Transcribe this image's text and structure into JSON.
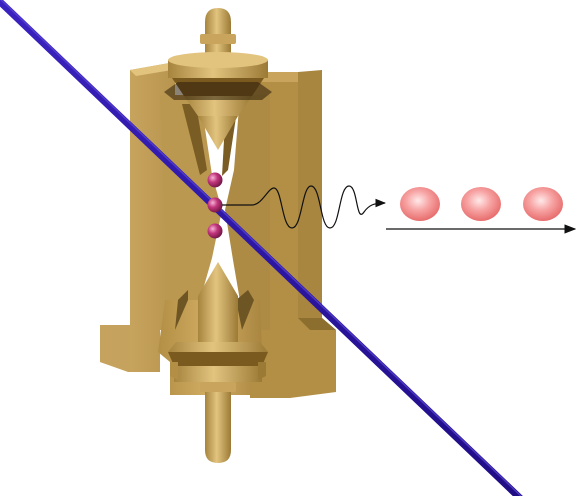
{
  "diagram": {
    "components": [
      "ion-trap-electrode-assembly",
      "laser-beam",
      "trapped-ions",
      "photon-wavepacket",
      "propagating-photons",
      "propagation-arrow"
    ],
    "trapped_ion_count": 3,
    "propagating_photon_count": 3,
    "colors": {
      "electrode": "#c9a45c",
      "electrode_dark": "#8f7133",
      "electrode_light": "#e4c886",
      "laser": "#2c13a8",
      "ion": "#c2357c",
      "photon": "#f27f7f",
      "wave": "#111111",
      "background": "#ffffff"
    },
    "icons": {
      "laser": "diagonal-beam-icon",
      "ion": "sphere-icon",
      "wave": "sine-wavepacket-icon",
      "arrow": "right-arrow-icon"
    }
  }
}
